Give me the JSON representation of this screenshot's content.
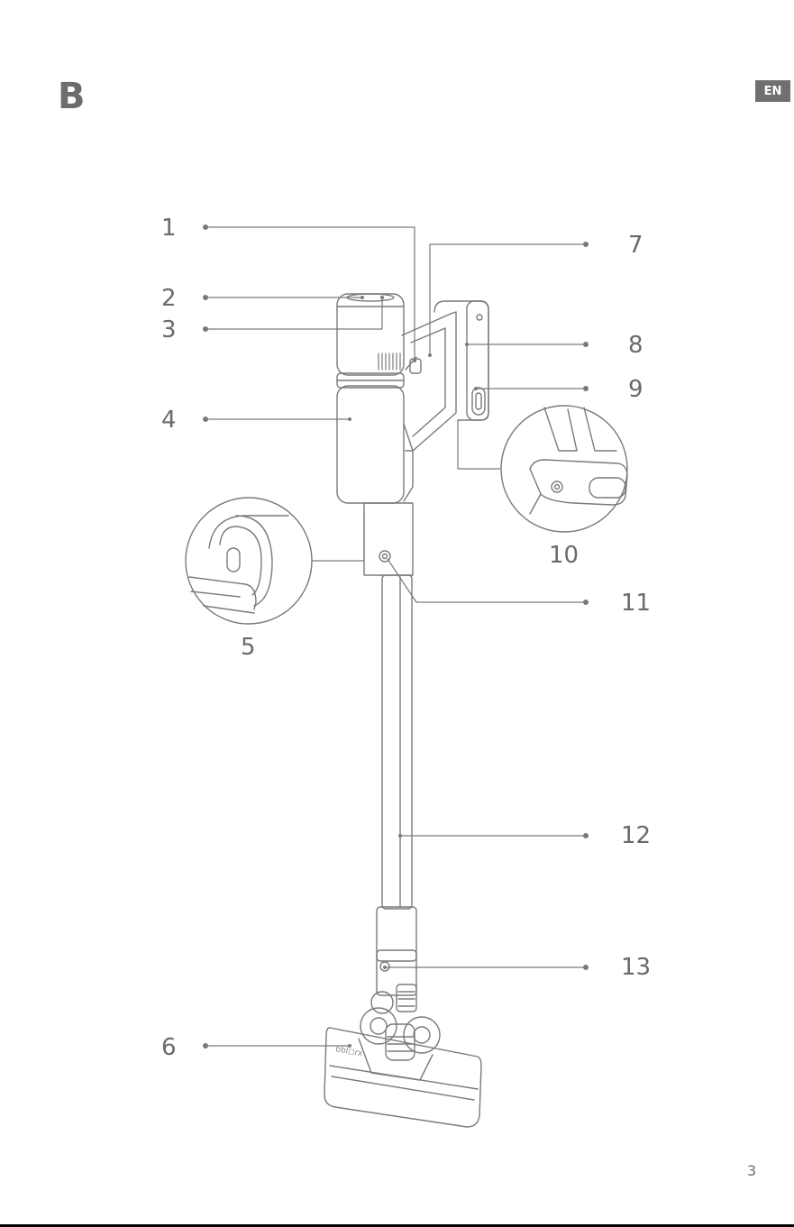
{
  "header": {
    "section_letter": "B",
    "language_badge": "EN"
  },
  "callouts": [
    "1",
    "2",
    "3",
    "4",
    "5",
    "6",
    "7",
    "8",
    "9",
    "10",
    "11",
    "12",
    "13"
  ],
  "footer": {
    "page_number": "3"
  },
  "brush_logo_text": "bbl◻rx",
  "colors": {
    "line": "#7a7a7a",
    "text": "#6a6a6a",
    "badge_bg": "#707070"
  }
}
